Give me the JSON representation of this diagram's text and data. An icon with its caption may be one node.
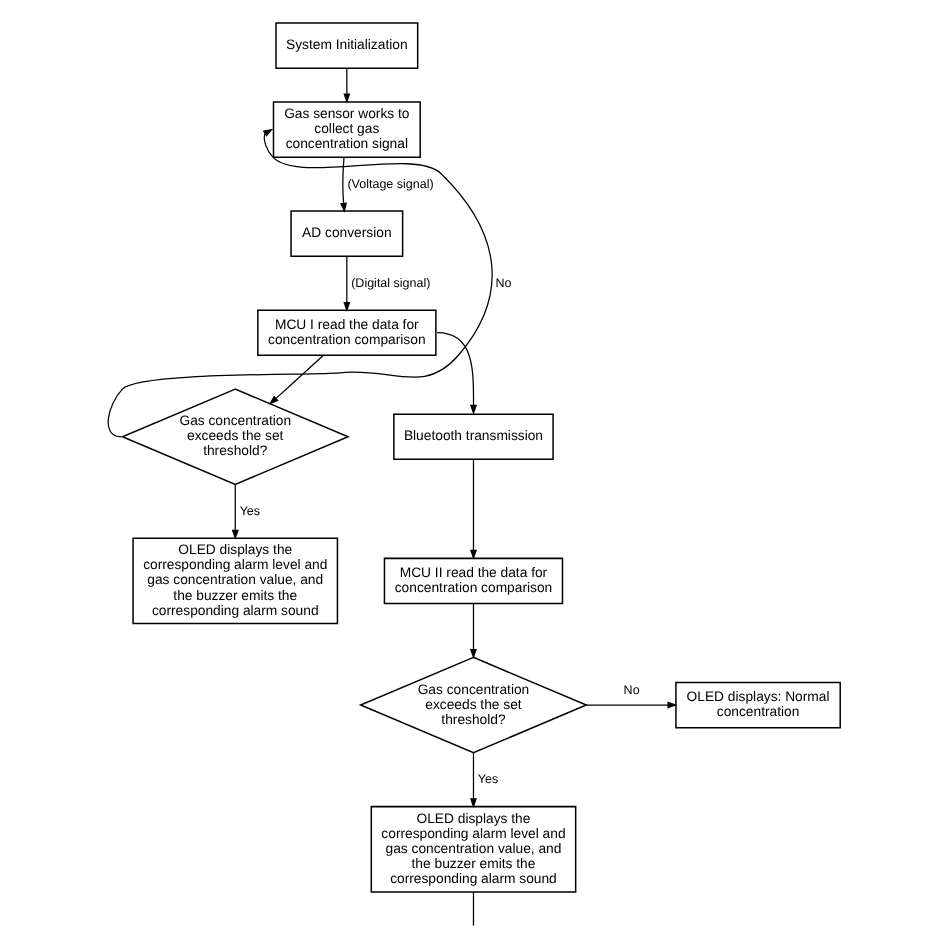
{
  "diagram": {
    "nodes": [
      {
        "text": [
          "System Initialization"
        ]
      },
      {
        "text": [
          "Gas sensor works to collect gas concentration signal"
        ]
      },
      {
        "text": [
          "AD conversion"
        ]
      },
      {
        "text": [
          "MCU I read the data for concentration comparison"
        ]
      },
      {
        "text": [
          "Gas concentration exceeds the set threshold?"
        ]
      },
      {
        "text": [
          "OLED displays the corresponding alarm level and gas concentration value, and the buzzer emits the corresponding alarm sound"
        ]
      },
      {
        "text": [
          "Bluetooth transmission"
        ]
      },
      {
        "text": [
          "MCU II read the data for concentration comparison"
        ]
      },
      {
        "text": [
          "Gas concentration exceeds the set threshold?"
        ]
      },
      {
        "text": [
          "OLED displays: Normal concentration"
        ]
      },
      {
        "text": [
          "OLED displays the corresponding alarm level and gas concentration value, and the buzzer emits the corresponding alarm sound"
        ]
      }
    ],
    "edges": [
      {
        "from": 0,
        "to": 1,
        "arrow": "to"
      },
      {
        "from": 1,
        "to": 2,
        "arrow": "to",
        "label": "(Voltage signal)"
      },
      {
        "from": 2,
        "to": 3,
        "arrow": "to",
        "label": "(Digital signal)"
      },
      {
        "from": 3,
        "to": 4,
        "arrow": "to"
      },
      {
        "from": 4,
        "to": 1,
        "arrow": "to",
        "label": "No"
      },
      {
        "from": 4,
        "to": 5,
        "arrow": "to",
        "label": "Yes"
      },
      {
        "from": 3,
        "to": 6,
        "arrow": "to"
      },
      {
        "from": 6,
        "to": 7,
        "arrow": "to"
      },
      {
        "from": 7,
        "to": 8,
        "arrow": "to"
      },
      {
        "from": 8,
        "to": 9,
        "arrow": "to",
        "label": "No"
      },
      {
        "from": 8,
        "to": 10,
        "arrow": "to",
        "label": "Yes"
      },
      {
        "from": 10,
        "to": null,
        "arrow": "none"
      }
    ]
  }
}
